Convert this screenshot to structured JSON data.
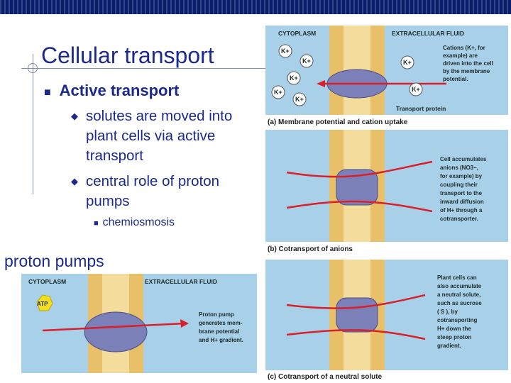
{
  "slide": {
    "title": "Cellular transport",
    "bullet": "Active transport",
    "sub_bullets": [
      "solutes are moved into plant cells via active transport",
      "central role of proton pumps"
    ],
    "sub_sub_bullet": "chemiosmosis",
    "side_label": "proton pumps"
  },
  "icons": {
    "bullet_l1": "square-bullet-icon",
    "bullet_l2": "diamond-bullet-icon",
    "bullet_l3": "small-square-bullet-icon"
  },
  "panel_a": {
    "cytoplasm": "CYTOPLASM",
    "extracellular": "EXTRACELLULAR FLUID",
    "note_lines": [
      "Cations (K+, for",
      "example) are",
      "driven into the cell",
      "by the membrane",
      "potential."
    ],
    "protein_label": "Transport protein",
    "caption": "(a) Membrane potential and cation uptake",
    "ions": [
      "K+",
      "K+",
      "K+",
      "K+",
      "K+",
      "K+",
      "K+"
    ]
  },
  "panel_b": {
    "note_lines": [
      "Cell accumulates",
      "anions (NO3−,",
      "for example) by",
      "coupling their",
      "transport to the",
      "inward diffusion",
      "of H+ through a",
      "cotransporter."
    ],
    "caption": "(b) Cotransport of anions"
  },
  "panel_c": {
    "note_lines": [
      "Plant cells can",
      "also accumulate",
      "a neutral solute,",
      "such as sucrose",
      "( S ), by",
      "cotransporting",
      "H+ down the",
      "steep proton",
      "gradient."
    ],
    "caption": "(c) Cotransport of a neutral solute"
  },
  "panel_d": {
    "cytoplasm": "CYTOPLASM",
    "extracellular": "EXTRACELLULAR FLUID",
    "atp": "ATP",
    "note_lines": [
      "Proton pump",
      "generates mem-",
      "brane potential",
      "and H+ gradient."
    ]
  },
  "colors": {
    "title": "#1b2a8c",
    "topbar": "#0a1e6e",
    "panel_bg": "#a8d0e8",
    "membrane": "#e0b85a",
    "protein": "#7c80b8",
    "arrow": "#d8202a"
  }
}
